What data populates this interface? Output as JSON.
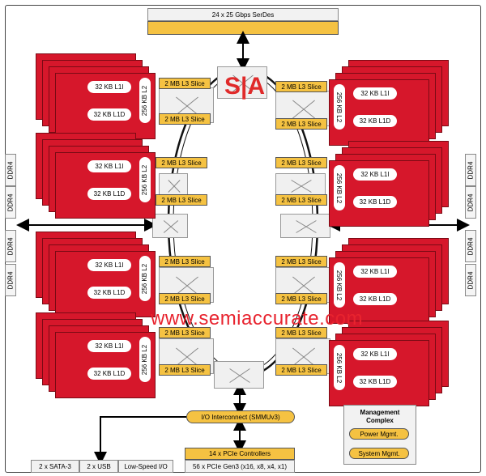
{
  "serdes": "24 x 25 Gbps SerDes",
  "l3_label": "2 MB L3 Slice",
  "l1i_label": "32 KB L1I",
  "l1d_label": "32 KB L1D",
  "l2_label": "256 KB L2",
  "ddr_label": "DDR4",
  "io_interconnect": "I/O Interconnect (SMMUv3)",
  "pcie_controllers": "14 x PCIe Controllers",
  "pcie_lanes": "56 x PCIe Gen3 (x16, x8, x4, x1)",
  "sata": "2 x SATA-3",
  "usb": "2 x USB",
  "lowspeed": "Low-Speed I/O",
  "mgmt_title": "Management Complex",
  "power_mgmt": "Power Mgmt.",
  "system_mgmt": "System Mgmt.",
  "logo": "S|A",
  "watermark": "www.semiaccurate.com",
  "colors": {
    "core_red": "#d6172b",
    "slice_yellow": "#f5c242",
    "switch_gray": "#f0f0f0"
  }
}
